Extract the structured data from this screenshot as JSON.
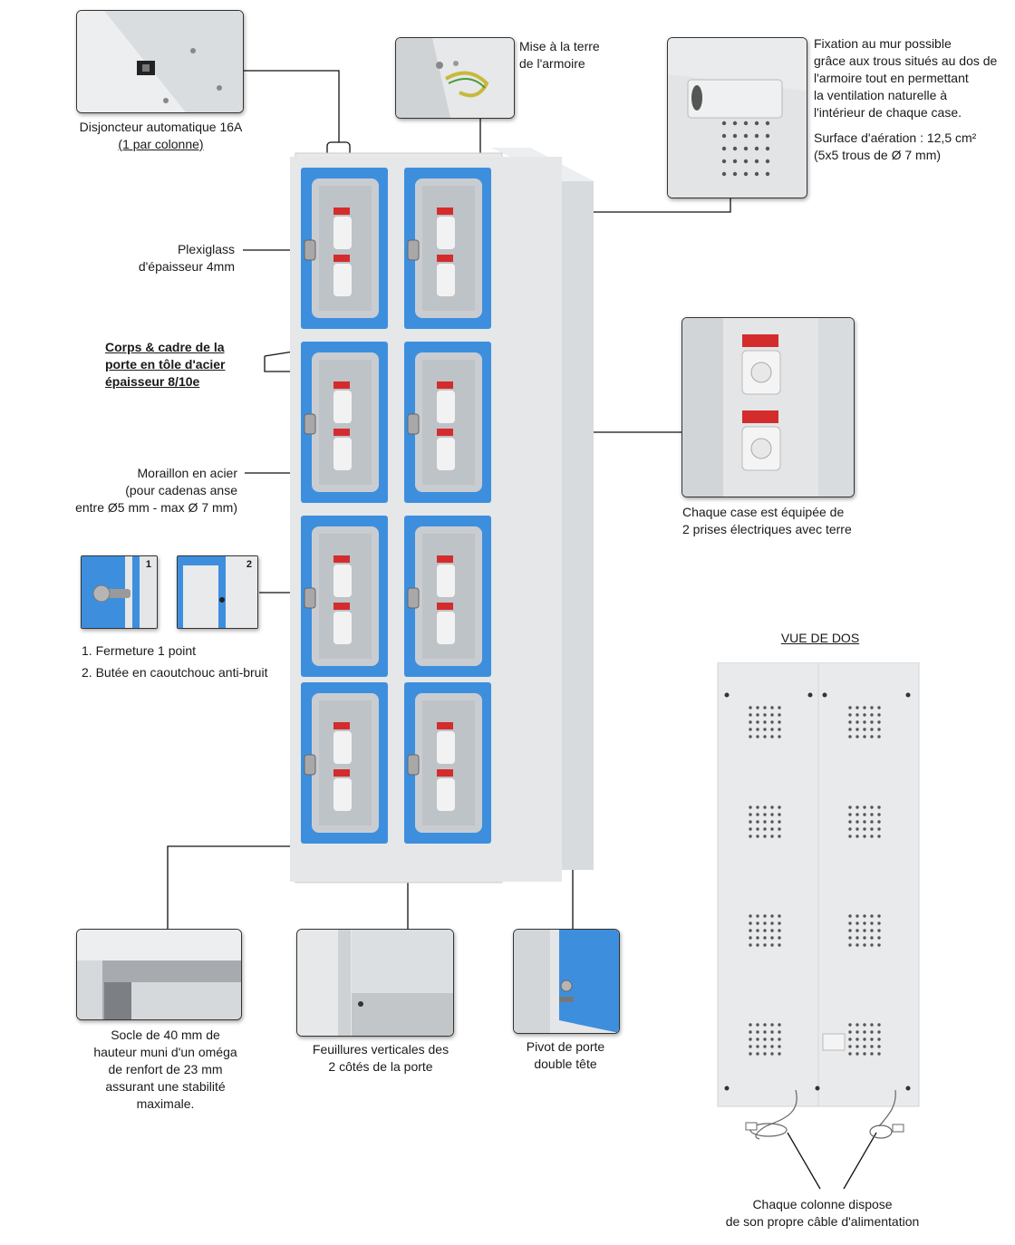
{
  "colors": {
    "accent_blue": "#3d8fde",
    "cabinet_grey": "#e4e6e8",
    "line": "#111111",
    "warning_red": "#d42c2c"
  },
  "labels": {
    "breaker": "Disjoncteur automatique 16A",
    "breaker_sub": "(1 par colonne)",
    "ground_1": "Mise à la terre",
    "ground_2": "de l'armoire",
    "wall_1": "Fixation au mur possible",
    "wall_2": "grâce aux trous situés au dos de",
    "wall_3": "l'armoire tout en permettant",
    "wall_4": "la ventilation naturelle à",
    "wall_5": "l'intérieur de chaque case.",
    "vent_1": "Surface d'aération : 12,5 cm²",
    "vent_2": "(5x5 trous de Ø 7 mm)",
    "plexi_1": "Plexiglass",
    "plexi_2": "d'épaisseur 4mm",
    "body_1": "Corps & cadre de la",
    "body_2": "porte en tôle d'acier",
    "body_3": "épaisseur 8/10e",
    "hasp_1": "Moraillon en acier",
    "hasp_2": "(pour cadenas anse",
    "hasp_3": "entre Ø5 mm - max Ø 7 mm)",
    "sockets_1": "Chaque case est équipée de",
    "sockets_2": "2 prises électriques avec terre",
    "thumb1_num": "1",
    "thumb2_num": "2",
    "closing": "1. Fermeture 1 point",
    "bumper": "2. Butée en caoutchouc anti-bruit",
    "back_view": "VUE DE DOS",
    "plinth_1": "Socle de 40 mm de",
    "plinth_2": "hauteur muni d'un oméga",
    "plinth_3": "de renfort de 23 mm",
    "plinth_4": "assurant une stabilité",
    "plinth_5": "maximale.",
    "rebates_1": "Feuillures verticales des",
    "rebates_2": "2 côtés de la porte",
    "pivot_1": "Pivot de porte",
    "pivot_2": "double tête",
    "cable_1": "Chaque colonne dispose",
    "cable_2": "de son propre câble d'alimentation"
  }
}
